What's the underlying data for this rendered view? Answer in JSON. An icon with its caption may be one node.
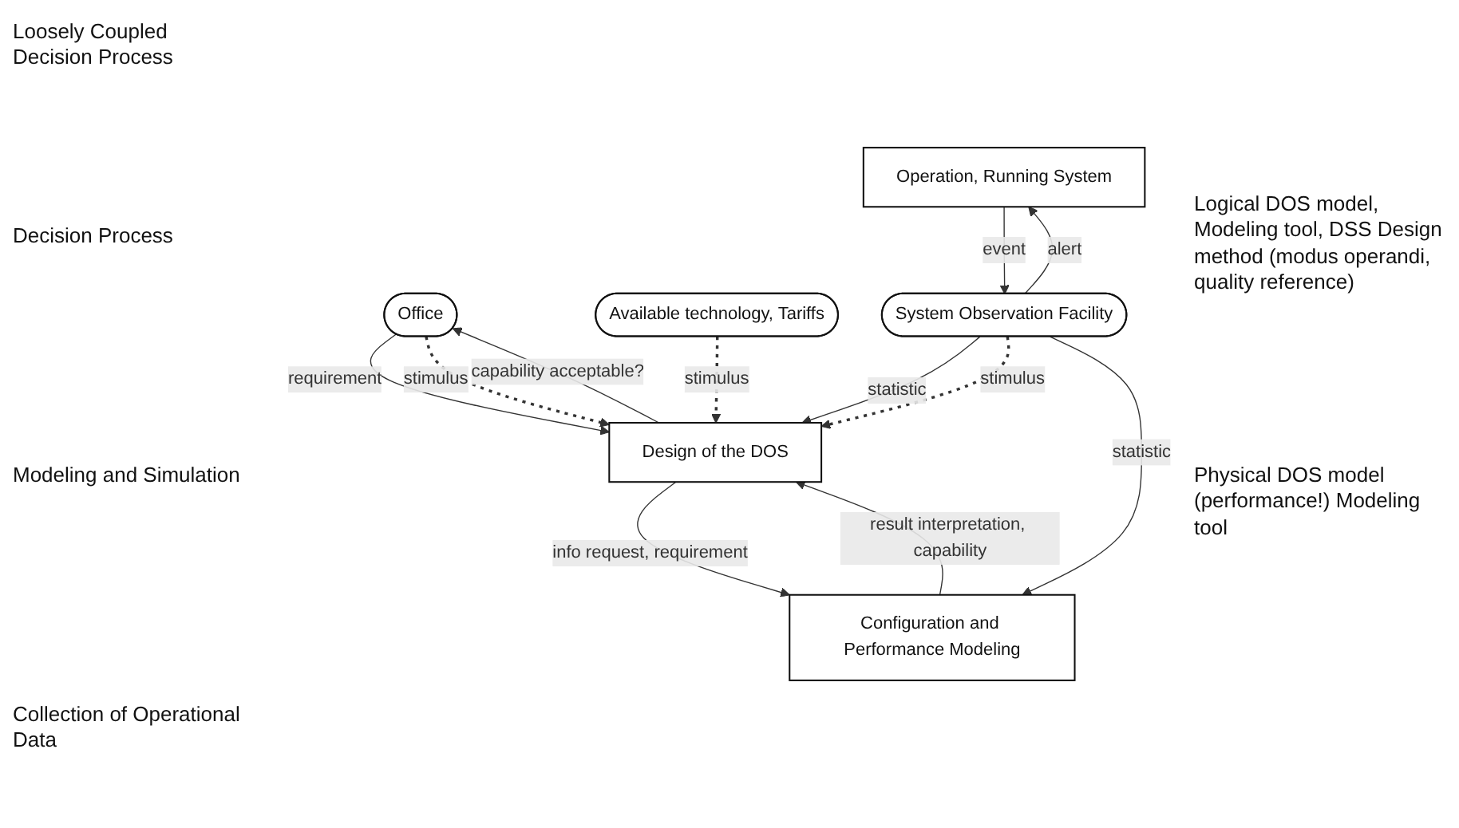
{
  "diagram": {
    "nodes": [
      {
        "text": [
          "Office"
        ]
      },
      {
        "text": [
          "Available technology, Tariffs"
        ]
      },
      {
        "text": [
          "Design of the DOS"
        ]
      },
      {
        "text": [
          "Configuration and Performance Modeling"
        ]
      },
      {
        "text": [
          "Operation, Running System"
        ]
      },
      {
        "text": [
          "System Observation Facility"
        ]
      }
    ],
    "edges": [
      {
        "from": 0,
        "to": 2,
        "arrow": "to",
        "label": "requirement"
      },
      {
        "from": 2,
        "to": 0,
        "arrow": "to",
        "label": "capability acceptable?"
      },
      {
        "from": 0,
        "to": 2,
        "arrow": "to",
        "label": "stimulus",
        "style": "dashed"
      },
      {
        "from": 1,
        "to": 2,
        "arrow": "to",
        "label": "stimulus",
        "style": "dashed"
      },
      {
        "from": 2,
        "to": 3,
        "arrow": "to",
        "label": "info request, requirement"
      },
      {
        "from": 3,
        "to": 2,
        "arrow": "to",
        "label": "result interpretation, capability"
      },
      {
        "from": 5,
        "to": 2,
        "arrow": "to",
        "label": "statistic"
      },
      {
        "from": 5,
        "to": 2,
        "arrow": "to",
        "label": "stimulus",
        "style": "dashed"
      },
      {
        "from": 5,
        "to": 3,
        "arrow": "to",
        "label": "statistic"
      },
      {
        "from": 4,
        "to": 5,
        "arrow": "to",
        "label": "event"
      },
      {
        "from": 5,
        "to": 4,
        "arrow": "to",
        "label": "alert"
      }
    ],
    "labels": [
      "Loosely Coupled Decision Process",
      "Decision Process",
      "Logical DOS model, Modeling tool, DSS Design method (modus operandi, quality reference)",
      "Modeling and Simulation",
      "Physical DOS model (performance!) Modeling tool",
      "Collection of Operational Data"
    ]
  }
}
